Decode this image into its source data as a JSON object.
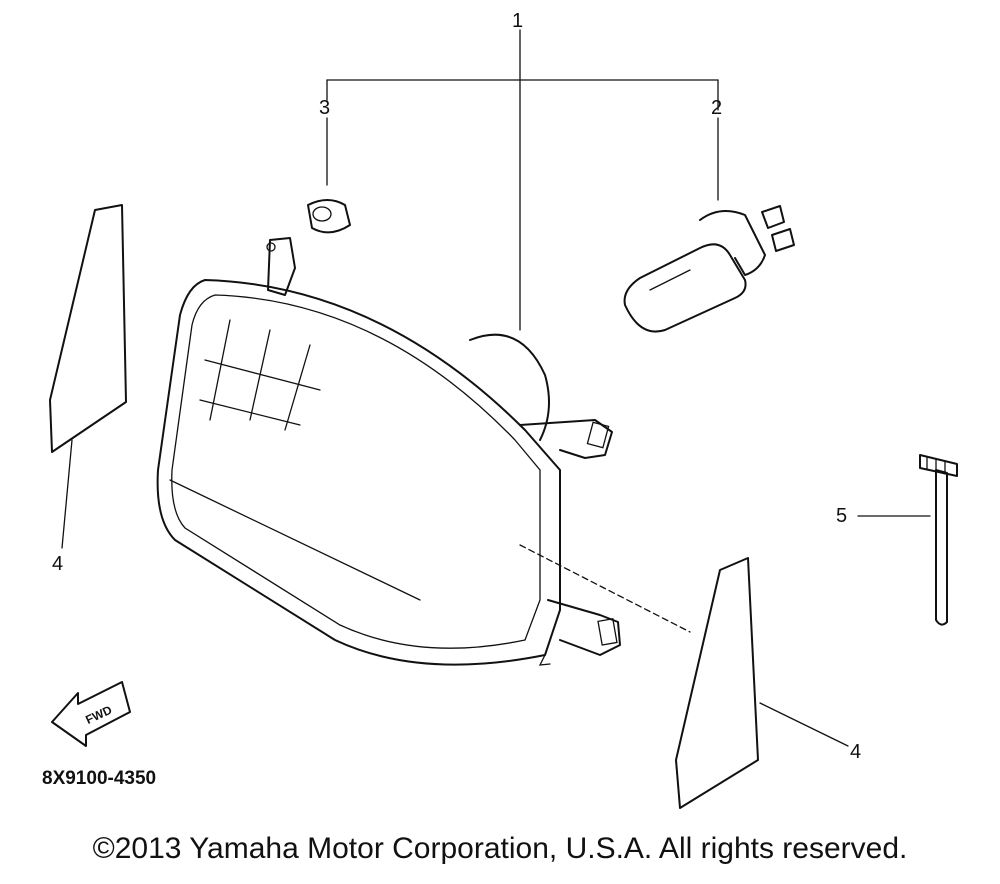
{
  "callouts": {
    "c1": "1",
    "c2": "2",
    "c3": "3",
    "c4_left": "4",
    "c4_right": "4",
    "c5": "5"
  },
  "fwd_label": "FWD",
  "diagram_code": "8X9100-4350",
  "copyright": "©2013 Yamaha Motor Corporation, U.S.A. All rights reserved."
}
